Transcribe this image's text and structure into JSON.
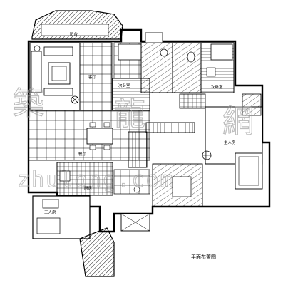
{
  "drawing_title": "平面布置图",
  "watermark": {
    "characters": [
      "築",
      "龍",
      "網"
    ],
    "url": "zhulong.com"
  },
  "rooms": {
    "balcony_top": "阳台",
    "living_room": "客厅",
    "bedroom_1": "次卧室",
    "bedroom_2": "次卧室",
    "dining_room": "餐厅",
    "kitchen": "厨房",
    "master_bedroom": "主人房",
    "maid_room": "工人房"
  },
  "colors": {
    "line": "#000000",
    "background": "#ffffff",
    "watermark": "#9a9a9a"
  }
}
